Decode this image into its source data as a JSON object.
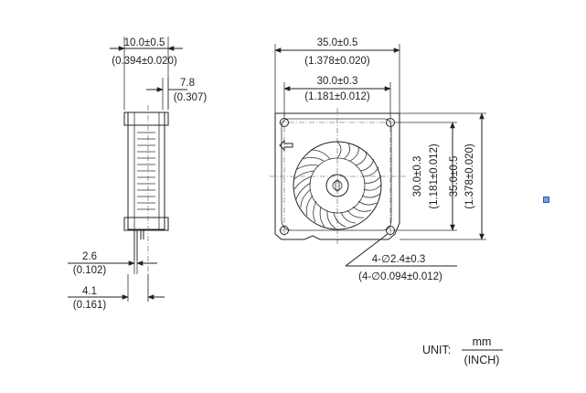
{
  "side_view": {
    "thickness_mm": "10.0±0.5",
    "thickness_in": "(0.394±0.020)",
    "offset_mm": "7.8",
    "offset_in": "(0.307)",
    "pin_pitch_mm": "2.6",
    "pin_pitch_in": "(0.102)",
    "pin_offset_mm": "4.1",
    "pin_offset_in": "(0.161)"
  },
  "front_view": {
    "width_mm": "35.0±0.5",
    "width_in": "(1.378±0.020)",
    "hole_pitch_mm": "30.0±0.3",
    "hole_pitch_in": "(1.181±0.012)",
    "height_mm": "35.0±0.5",
    "height_in": "(1.378±0.020)",
    "vhole_pitch_mm": "30.0±0.3",
    "vhole_pitch_in": "(1.181±0.012)",
    "hole_dia_mm": "4-∅2.4±0.3",
    "hole_dia_in": "(4-∅0.094±0.012)"
  },
  "unit": {
    "label": "UNIT:",
    "numerator": "mm",
    "denominator": "(INCH)"
  }
}
